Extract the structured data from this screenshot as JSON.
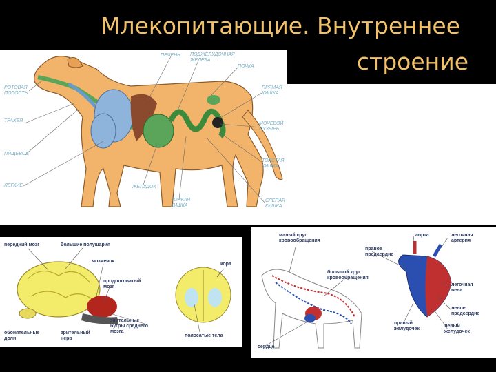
{
  "slide": {
    "title_line1": "Млекопитающие. Внутреннее",
    "title_line2": "строение"
  },
  "dog_labels": {
    "liver": "печень",
    "pancreas": "поджелудочная железа",
    "kidney": "почка",
    "oral_cavity": "ротовая полость",
    "trachea": "трахея",
    "esophagus": "пищевод",
    "lungs": "легкие",
    "stomach": "желудок",
    "small_intestine": "тонкая кишка",
    "rectum": "прямая кишка",
    "bladder": "мочевой пузырь",
    "large_intestine": "толстая кишка",
    "cecum": "слепая кишка"
  },
  "brain_labels": {
    "forebrain": "передний мозг",
    "hemispheres": "большие полушария",
    "cerebellum": "мозжечок",
    "medulla": "продолговатый мозг",
    "cortex": "кора",
    "olfactory": "обонятельные доли",
    "optic_nerve": "зрительный нерв",
    "optic_lobes": "зрительные бугры среднего мозга",
    "striatum": "полосатые тела"
  },
  "circ_labels": {
    "small_circle": "малый круг кровообращения",
    "aorta": "аорта",
    "pulmonary_artery": "легочная артерия",
    "right_atrium": "правое предсердие",
    "big_circle": "большой круг кровообращения",
    "pulmonary_vein": "легочная вена",
    "left_atrium": "левое предсердие",
    "right_ventricle": "правый желудочек",
    "left_ventricle": "левый желудочек",
    "heart": "сердце"
  }
}
